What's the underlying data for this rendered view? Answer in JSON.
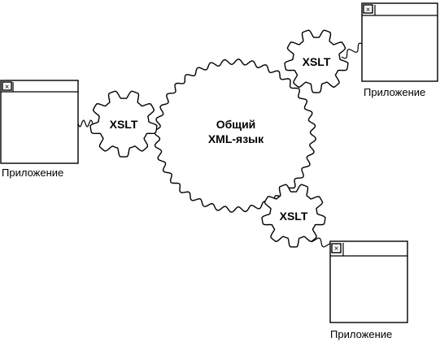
{
  "center": {
    "line1": "Общий",
    "line2": "XML-язык"
  },
  "transform_label": "XSLT",
  "app_label": "Приложение",
  "window_close_glyph": "×",
  "colors": {
    "ink": "#000000",
    "paper": "#ffffff"
  }
}
